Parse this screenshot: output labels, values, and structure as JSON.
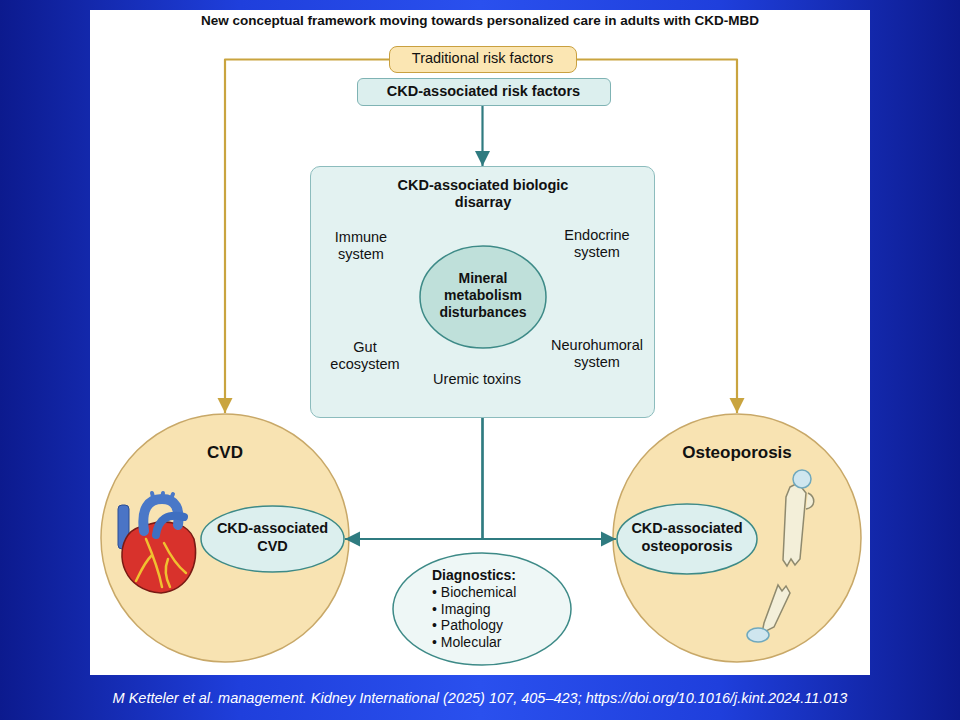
{
  "diagram": {
    "title": "New conceptual framework moving towards personalized care in adults with CKD-MBD",
    "caption": "M Ketteler et al. management. Kidney International (2025) 107, 405–423; https://doi.org/10.1016/j.kint.2024.11.013",
    "nodes": [
      {
        "text": [
          "Traditional risk factors"
        ]
      },
      {
        "text": [
          "CKD-associated risk factors"
        ]
      },
      {
        "text": [
          "CKD-associated biologic disarray",
          "Immune system",
          "Endocrine system",
          "Gut ecosystem",
          "Neurohumoral system",
          "Uremic toxins"
        ]
      },
      {
        "text": [
          "Mineral metabolism disturbances"
        ],
        "in": 2
      },
      {
        "text": [
          "CVD"
        ]
      },
      {
        "text": [
          "CKD-associated CVD"
        ],
        "in": 4
      },
      {
        "text": [
          "Osteoporosis"
        ]
      },
      {
        "text": [
          "CKD-associated osteoporosis"
        ],
        "in": 6
      },
      {
        "text": [
          "Diagnostics:",
          "• Biochemical",
          "• Imaging",
          "• Pathology",
          "• Molecular"
        ]
      }
    ],
    "edges": [
      {
        "from": 0,
        "to": 4,
        "arrow": "to"
      },
      {
        "from": 0,
        "to": 6,
        "arrow": "to"
      },
      {
        "from": 1,
        "to": 2,
        "arrow": "to"
      },
      {
        "from": 2,
        "to": 5,
        "arrow": "to"
      },
      {
        "from": 2,
        "to": 7,
        "arrow": "to"
      }
    ]
  }
}
